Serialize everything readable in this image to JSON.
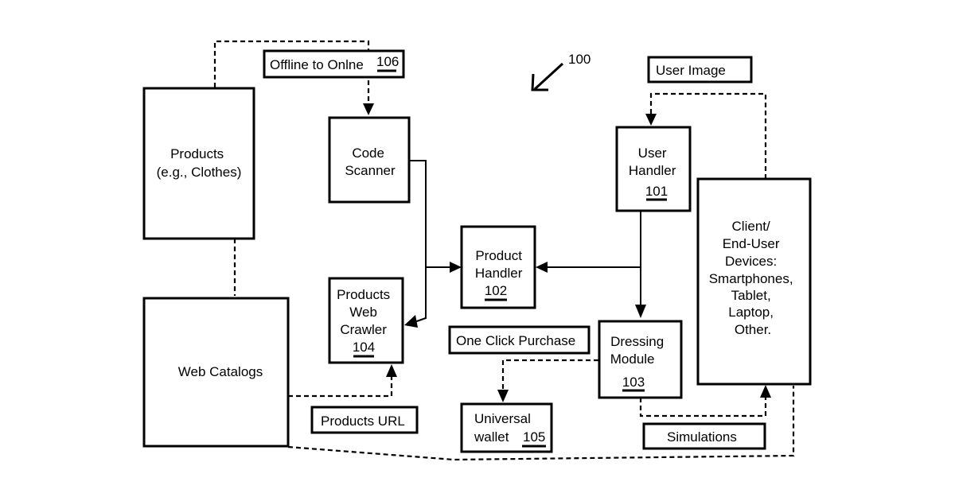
{
  "figure_ref": "100",
  "nodes": {
    "products": {
      "lines": [
        "Products",
        "(e.g., Clothes)"
      ],
      "ref": ""
    },
    "web_catalogs": {
      "lines": [
        "Web Catalogs"
      ],
      "ref": ""
    },
    "code_scanner": {
      "lines": [
        "Code",
        "Scanner"
      ],
      "ref": ""
    },
    "crawler": {
      "lines": [
        "Products",
        "Web",
        "Crawler"
      ],
      "ref": "104"
    },
    "product_handler": {
      "lines": [
        "Product",
        "Handler"
      ],
      "ref": "102"
    },
    "user_handler": {
      "lines": [
        "User",
        "Handler"
      ],
      "ref": "101"
    },
    "dressing": {
      "lines": [
        "Dressing",
        "Module"
      ],
      "ref": "103"
    },
    "wallet": {
      "lines": [
        "Universal",
        "wallet"
      ],
      "ref": "105"
    },
    "client": {
      "lines": [
        "Client/",
        "End-User",
        "Devices:",
        "Smartphones,",
        "Tablet,",
        "Laptop,",
        "Other."
      ],
      "ref": ""
    }
  },
  "labels": {
    "offline": {
      "text": "Offline to Onlne",
      "ref": "106"
    },
    "user_image": {
      "text": "User Image"
    },
    "one_click": {
      "text": "One Click Purchase"
    },
    "products_url": {
      "text": "Products URL"
    },
    "simulations": {
      "text": "Simulations"
    }
  }
}
